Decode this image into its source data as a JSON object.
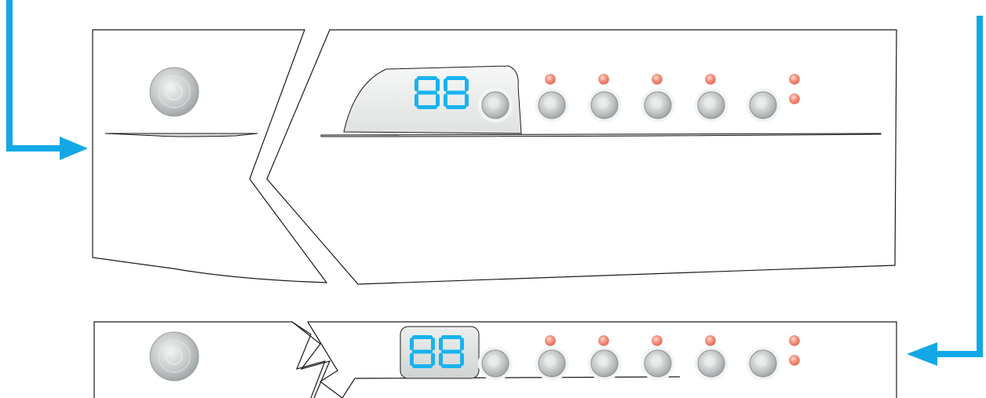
{
  "colors": {
    "arrow": "#12a8e6",
    "segment_display": "#19b2ef",
    "indicator_light": "#f08a78",
    "panel_outline": "#1a1a1a",
    "button_face": "#b9bcbc"
  },
  "icons": {
    "arrow": "arrow-right-icon",
    "arrow_back": "arrow-left-icon",
    "break_mark": "zigzag-break-icon",
    "button": "round-button-icon",
    "light": "indicator-light-icon"
  },
  "top_panel": {
    "display": {
      "digits": "88"
    },
    "program_buttons": 5,
    "indicator_lights": 6
  },
  "bottom_panel": {
    "display": {
      "digits": "88"
    },
    "program_buttons": 5,
    "indicator_lights": 6
  }
}
